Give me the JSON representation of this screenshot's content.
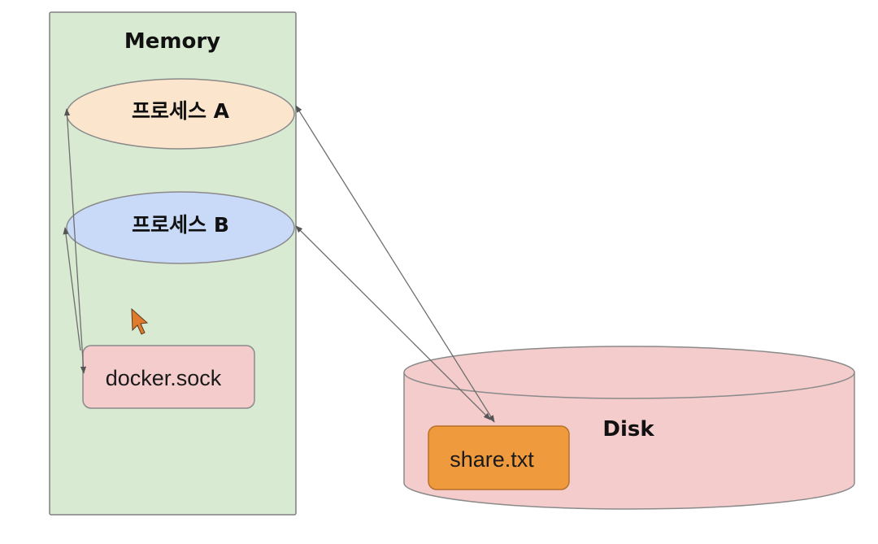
{
  "memory": {
    "title": "Memory",
    "fill": "#d9ead3",
    "stroke": "#7f7f7f"
  },
  "process_a": {
    "label": "프로세스 A",
    "fill": "#fce5cd"
  },
  "process_b": {
    "label": "프로세스 B",
    "fill": "#c9daf8"
  },
  "socket": {
    "label": "docker.sock",
    "fill": "#f4cccc"
  },
  "disk": {
    "title": "Disk",
    "fill": "#f4cccc"
  },
  "file": {
    "label": "share.txt",
    "fill": "#f09a3e",
    "stroke": "#b8702a"
  },
  "cursor": {
    "icon": "mouse-pointer-icon",
    "color": "#e07a2c"
  },
  "connections": [
    {
      "from": "process_a",
      "to": "file"
    },
    {
      "from": "process_b",
      "to": "file"
    },
    {
      "from": "socket",
      "to": "process_a"
    },
    {
      "from": "socket",
      "to": "process_b"
    }
  ]
}
